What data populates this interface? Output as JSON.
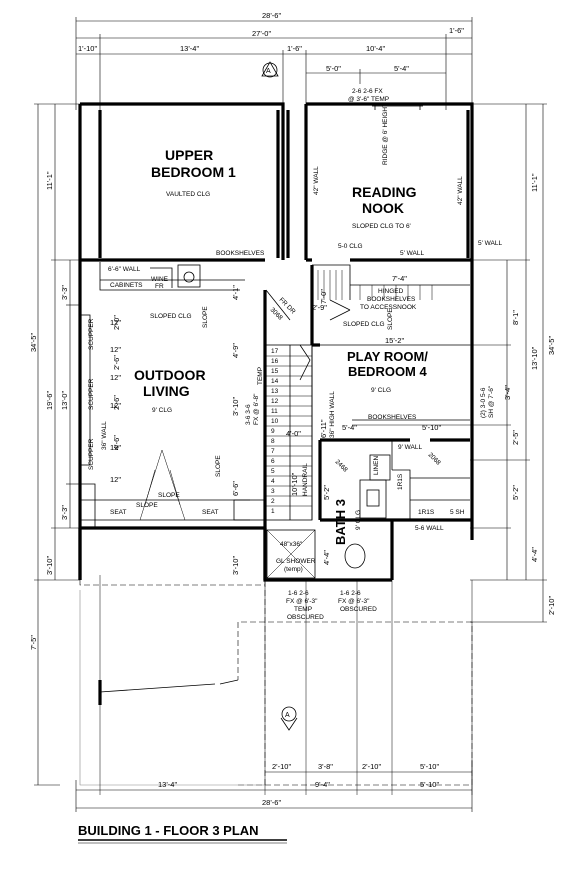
{
  "plan_title": "BUILDING 1 - FLOOR 3 PLAN",
  "rooms": {
    "upper_bedroom_line1": "UPPER",
    "upper_bedroom_line2": "BEDROOM 1",
    "upper_bedroom_note": "VAULTED CLG",
    "reading_nook_line1": "READING",
    "reading_nook_line2": "NOOK",
    "reading_nook_note": "SLOPED CLG TO 6'",
    "play_room_line1": "PLAY ROOM/",
    "play_room_line2": "BEDROOM 4",
    "play_room_note": "9' CLG",
    "outdoor_living_line1": "OUTDOOR",
    "outdoor_living_line2": "LIVING",
    "outdoor_living_note": "9' CLG",
    "bath_line1": "BATH 3",
    "bath_note": "9' CLG"
  },
  "dimensions": {
    "top_overall": "28'-6\"",
    "top_inner": "27'-0\"",
    "top_left_offset": "1'-10\"",
    "top_seg_1": "13'-4\"",
    "top_seg_2": "1'-6\"",
    "top_seg_3": "10'-4\"",
    "top_right_offset": "1'-6\"",
    "top_sub_1": "5'-0\"",
    "top_sub_2": "5'-4\"",
    "left_overall": "34'-5\"",
    "left_upper": "11'-1\"",
    "left_mid": "19'-6\"",
    "left_a": "3'-3\"",
    "left_b": "13'-0\"",
    "left_c": "3'-3\"",
    "left_d": "3'-10\"",
    "left_lower": "7'-5\"",
    "right_overall": "34'-5\"",
    "right_upper": "11'-1\"",
    "right_mid": "13'-10\"",
    "right_a": "8'-1\"",
    "right_b": "2'-5\"",
    "right_c": "5'-2\"",
    "right_d": "4'-4\"",
    "right_lower": "2'-10\"",
    "bottom_overall": "28'-6\"",
    "bottom_left": "13'-4\"",
    "bottom_mid": "9'-4\"",
    "bottom_right": "5'-10\"",
    "bottom_sub_1": "2'-10\"",
    "bottom_sub_2": "3'-8\"",
    "bottom_sub_3": "2'-10\"",
    "bottom_sub_4": "5'-10\""
  },
  "notes": {
    "window_top": "2-6 2-6 FX",
    "window_top_2": "@ 3'-6\" TEMP",
    "ridge": "RIDGE @ 6' HEIGHT",
    "wall_42_a": "42\" WALL",
    "wall_42_b": "42\" WALL",
    "bookshelves_1": "BOOKSHELVES",
    "clg_50": "5-0 CLG",
    "wall_5": "5' WALL",
    "wall_5_b": "5' WALL",
    "wall_66": "6'-6\" WALL",
    "cabinets": "CABINETS",
    "wine": "WINE",
    "fr": "FR",
    "sloped_clg_1": "SLOPED CLG",
    "slope_1": "SLOPE",
    "frdr": "FR DR",
    "frdr_size": "3068",
    "d_29": "2'-9\"",
    "d_70": "7'-0\"",
    "d_74": "7'-4\"",
    "hinged_1": "HINGED",
    "hinged_2": "BOOKSHELVES",
    "hinged_3": "TO ACCESSNOOK",
    "sloped_clg_2": "SLOPED CLG",
    "slope_2": "SLOPE",
    "d_152": "15'-2\"",
    "d_41": "4'-1\"",
    "d_49": "4'-9\"",
    "d_310": "3'-10\"",
    "d_66b": "6'-6\"",
    "temp": "TEMP",
    "win_366": "3-6 3-6",
    "win_366b": "FX @ 6'-8\"",
    "d_40": "4'-0\"",
    "d_611": "6'-11\"",
    "high_wall": "36\" HIGH WALL",
    "d_54": "5'-4\"",
    "d_510": "5'-10\"",
    "bookshelves_2": "BOOKSHELVES",
    "wall_9": "9' WALL",
    "sh_1": "(2) 3-0 5-6",
    "sh_2": "SH @ 7'-6\"",
    "d_34": "3'-4\"",
    "d_25b": "2'-5\"",
    "d_52": "5'-2\"",
    "d_44": "4'-4\"",
    "linen": "LINEN",
    "shelf_1": "1R1S",
    "shelf_2": "1R1S",
    "sh_5": "5 SH",
    "wall_56": "5-6 WALL",
    "door_2468": "2468",
    "door_2068": "2068",
    "handrail": "HANDRAIL",
    "d_1010": "10'-10\"",
    "scupper_1": "SCUPPER",
    "scupper_2": "SCUPPER",
    "scupper_3": "SCUPPER",
    "wall_36": "36\" WALL",
    "d_20": "2'-0\"",
    "d_26": "2'-6\"",
    "d_26b": "2'-6\"",
    "d_46": "4'-6\"",
    "d_12a": "12\"",
    "d_12b": "12\"",
    "d_12c": "12\"",
    "d_12d": "12\"",
    "d_12e": "12\"",
    "d_12f": "12\"",
    "seat_1": "SEAT",
    "seat_2": "SEAT",
    "slope_3": "SLOPE",
    "slope_4": "SLOPE",
    "slope_5": "SLOPE",
    "shower_1": "48\"x36\"",
    "shower_2": "GL SHOWER",
    "shower_3": "(temp)",
    "win_b1": "1-6 2-6",
    "win_b2": "FX @ 6'-3\"",
    "win_b3": "TEMP",
    "win_b4": "OBSCURED",
    "win_c1": "1-6 2-6",
    "win_c2": "FX @ 6'-3\"",
    "win_c3": "OBSCURED",
    "d_310b": "3'-10\"",
    "section_a": "A",
    "section_b": "A",
    "stairs": [
      "17",
      "16",
      "15",
      "14",
      "13",
      "12",
      "11",
      "10",
      "9",
      "8",
      "7",
      "6",
      "5",
      "4",
      "3",
      "2",
      "1"
    ]
  }
}
